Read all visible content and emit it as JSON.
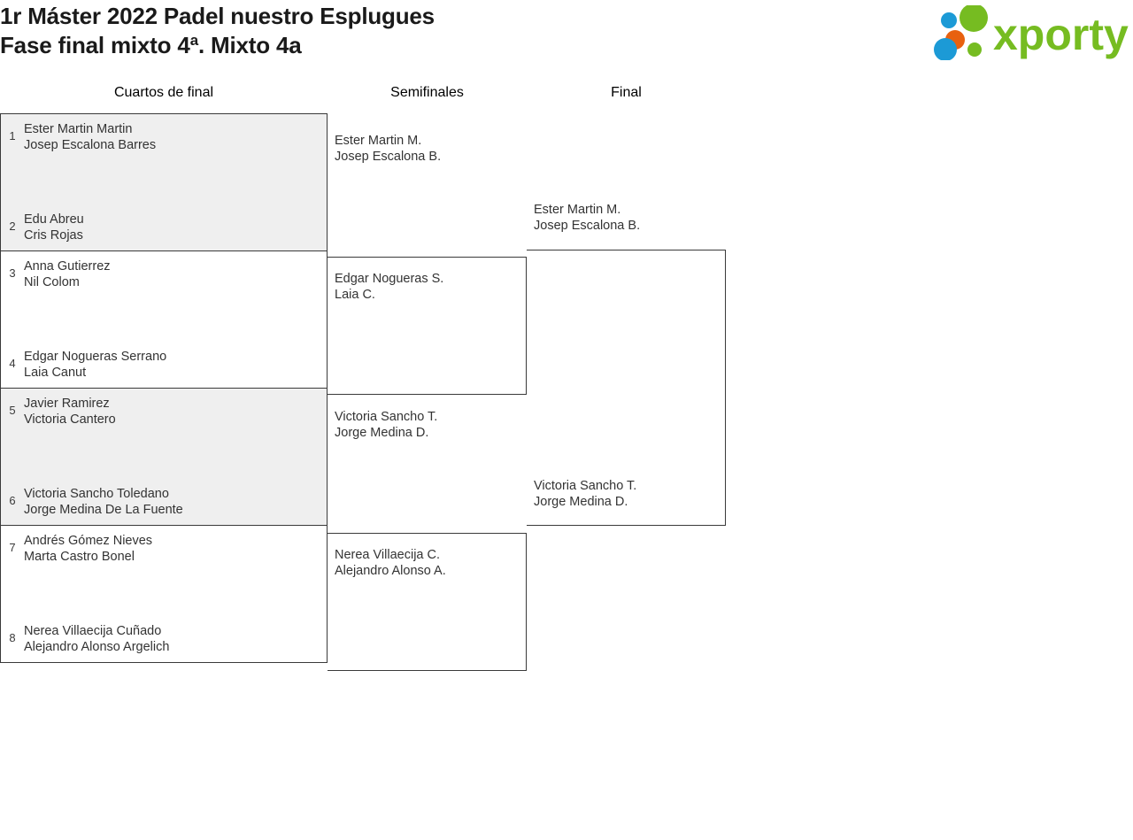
{
  "header": {
    "title_line1": "1r Máster 2022 Padel nuestro Esplugues",
    "title_line2": "Fase final mixto 4ª. Mixto 4a",
    "logo_text": "xporty",
    "logo_colors": {
      "green": "#76bc21",
      "blue": "#1c9ad6",
      "orange": "#e8610f"
    }
  },
  "bracket": {
    "rounds": [
      {
        "id": "quarterfinals",
        "label": "Cuartos de final"
      },
      {
        "id": "semifinals",
        "label": "Semifinales"
      },
      {
        "id": "final",
        "label": "Final"
      }
    ],
    "quarterfinals": [
      {
        "shaded": true,
        "top": {
          "seed": "1",
          "player1": "Ester Martin Martin",
          "player2": "Josep Escalona Barres"
        },
        "bottom": {
          "seed": "2",
          "player1": "Edu Abreu",
          "player2": "Cris Rojas"
        }
      },
      {
        "shaded": false,
        "top": {
          "seed": "3",
          "player1": "Anna Gutierrez",
          "player2": "Nil Colom"
        },
        "bottom": {
          "seed": "4",
          "player1": "Edgar Nogueras Serrano",
          "player2": "Laia Canut"
        }
      },
      {
        "shaded": true,
        "top": {
          "seed": "5",
          "player1": "Javier Ramirez",
          "player2": "Victoria Cantero"
        },
        "bottom": {
          "seed": "6",
          "player1": "Victoria Sancho Toledano",
          "player2": "Jorge Medina De La Fuente"
        }
      },
      {
        "shaded": false,
        "top": {
          "seed": "7",
          "player1": "Andrés Gómez Nieves",
          "player2": "Marta Castro Bonel"
        },
        "bottom": {
          "seed": "8",
          "player1": "Nerea Villaecija Cuñado",
          "player2": "Alejandro Alonso Argelich"
        }
      }
    ],
    "semifinals": [
      {
        "top": {
          "player1": "Ester Martin M.",
          "player2": "Josep Escalona B."
        },
        "bottom": {
          "player1": "Edgar Nogueras S.",
          "player2": "Laia C."
        }
      },
      {
        "top": {
          "player1": "Victoria Sancho T.",
          "player2": "Jorge Medina D."
        },
        "bottom": {
          "player1": "Nerea Villaecija C.",
          "player2": "Alejandro Alonso A."
        }
      }
    ],
    "final": [
      {
        "top": {
          "player1": "Ester Martin M.",
          "player2": "Josep Escalona B."
        },
        "bottom": {
          "player1": "Victoria Sancho T.",
          "player2": "Jorge Medina D."
        }
      }
    ]
  }
}
